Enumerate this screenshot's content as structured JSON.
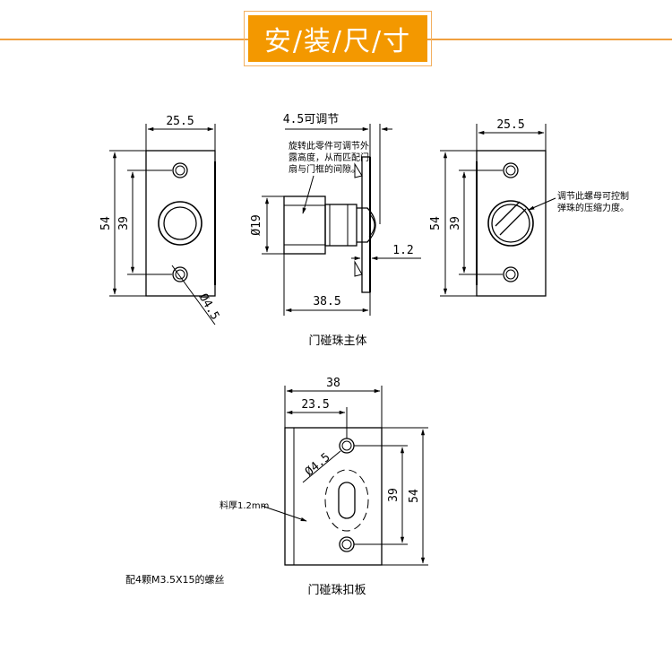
{
  "header": {
    "title": "安/装/尺/寸"
  },
  "body_front": {
    "width": "25.5",
    "height": "54",
    "hole_spacing": "39",
    "hole_dia": "Ø4.5"
  },
  "body_side": {
    "top_label": "4.5可调节",
    "note_lines": [
      "旋转此零件可调节外",
      "露高度，从而匹配门",
      "扇与门框的间隙。"
    ],
    "dia": "Ø19",
    "length": "38.5",
    "thickness": "1.2"
  },
  "body_back": {
    "width": "25.5",
    "height": "54",
    "hole_spacing": "39",
    "note_lines": [
      "调节此螺母可控制",
      "弹珠的压缩力度。"
    ]
  },
  "caption_main": "门碰珠主体",
  "plate": {
    "width": "38",
    "offset": "23.5",
    "hole_dia": "Ø4.5",
    "hole_spacing": "39",
    "height": "54",
    "thickness_note": "料厚1.2mm"
  },
  "screw_note": "配4颗M3.5X15的螺丝",
  "caption_plate": "门碰珠扣板"
}
